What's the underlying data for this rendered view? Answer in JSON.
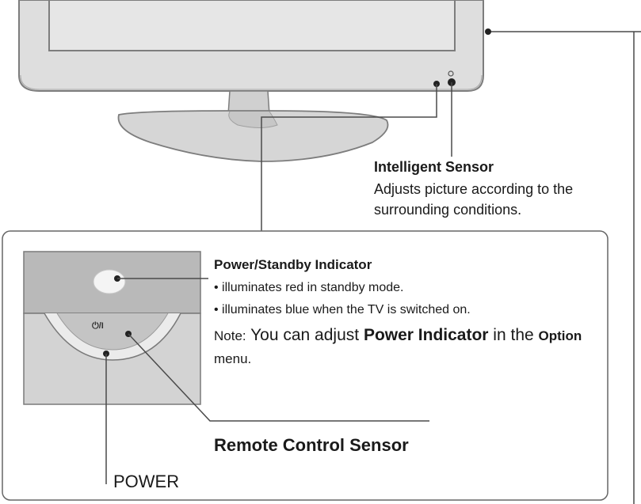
{
  "intelligent_sensor": {
    "title": "Intelligent Sensor",
    "description": "Adjusts picture according to the surrounding conditions."
  },
  "power_standby": {
    "title": "Power/Standby Indicator",
    "bullet_1": "• illuminates red in standby mode.",
    "bullet_2": "• illuminates blue when the TV is switched on."
  },
  "note": {
    "prefix": "Note:",
    "text_1": " You can adjust ",
    "highlight_1": "Power Indicator",
    "text_2": " in the ",
    "highlight_2": "Option",
    "text_3": " menu."
  },
  "remote_control_sensor": "Remote Control Sensor",
  "power_label": "POWER",
  "power_symbol": "⏻/I",
  "colors": {
    "frame": "#d4d4d4",
    "frame_edge": "#8a8a8a",
    "panel_dark": "#b9b9b9",
    "panel_light": "#d2d2d2",
    "lines": "#4a4a4a"
  }
}
